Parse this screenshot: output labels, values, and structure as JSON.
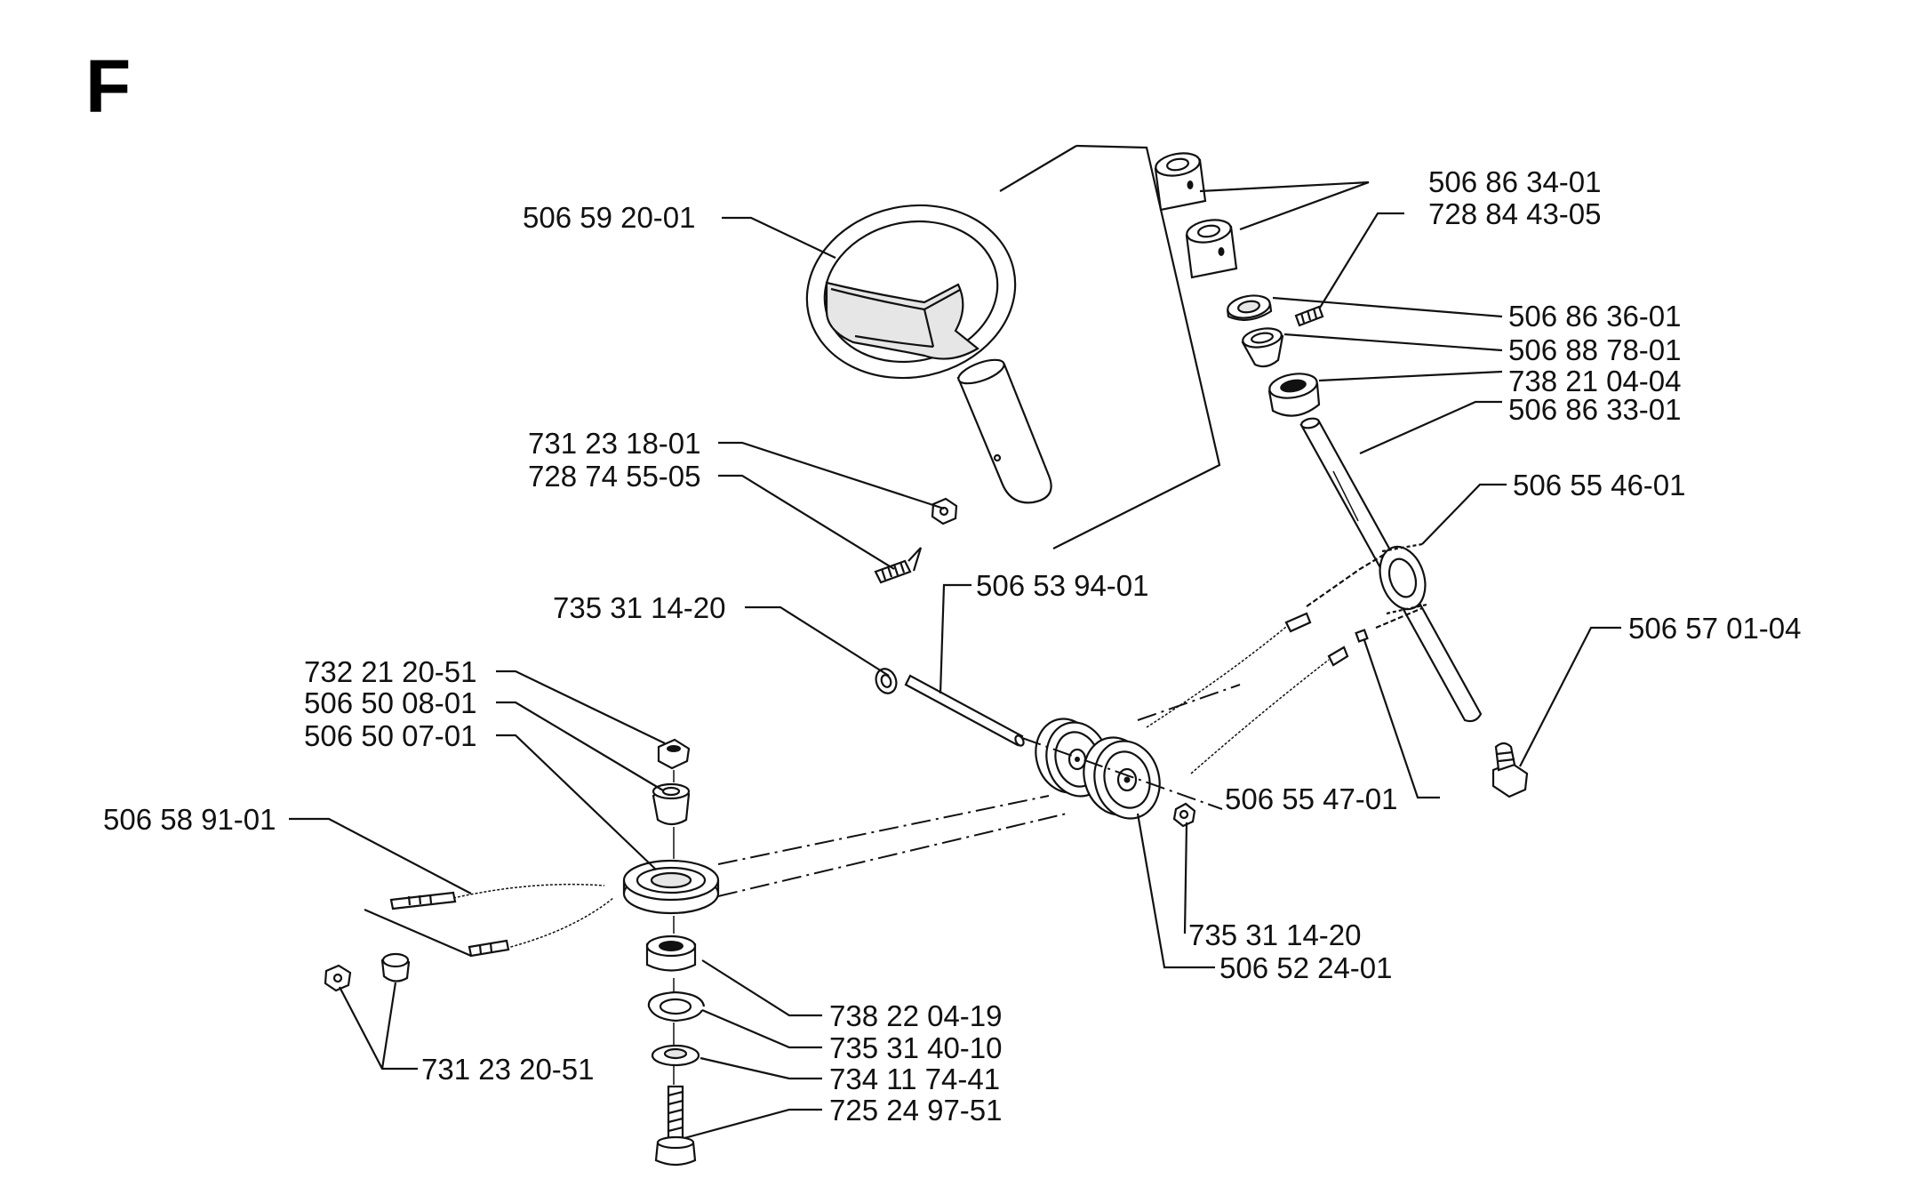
{
  "section_letter": "F",
  "part_numbers": {
    "steering_wheel": "506 59 20-01",
    "wheel_nut": "731 23 18-01",
    "wheel_screw": "728 74 55-05",
    "collar_upper": "506 86 34-01",
    "set_screw": "728 84 43-05",
    "washer_upper": "506 86 36-01",
    "bushing": "506 88 78-01",
    "bearing_upper": "738 21 04-04",
    "steering_shaft": "506 86 33-01",
    "sprocket_chain": "506 55 46-01",
    "grease_nipple": "506 57 01-04",
    "pulley_shaft": "506 53 94-01",
    "lock_washer_left": "735 31 14-20",
    "lock_washer_right": "735 31 14-20",
    "pulley_pair": "506 52 24-01",
    "cable_clip": "506 55 47-01",
    "top_nut": "732 21 20-51",
    "spacer": "506 50 08-01",
    "lower_pulley": "506 50 07-01",
    "steering_cable": "506 58 91-01",
    "cable_nuts": "731 23 20-51",
    "bearing_lower": "738 22 04-19",
    "circlip": "735 31 40-10",
    "washer_lower": "734 11 74-41",
    "bolt": "725 24 97-51"
  }
}
